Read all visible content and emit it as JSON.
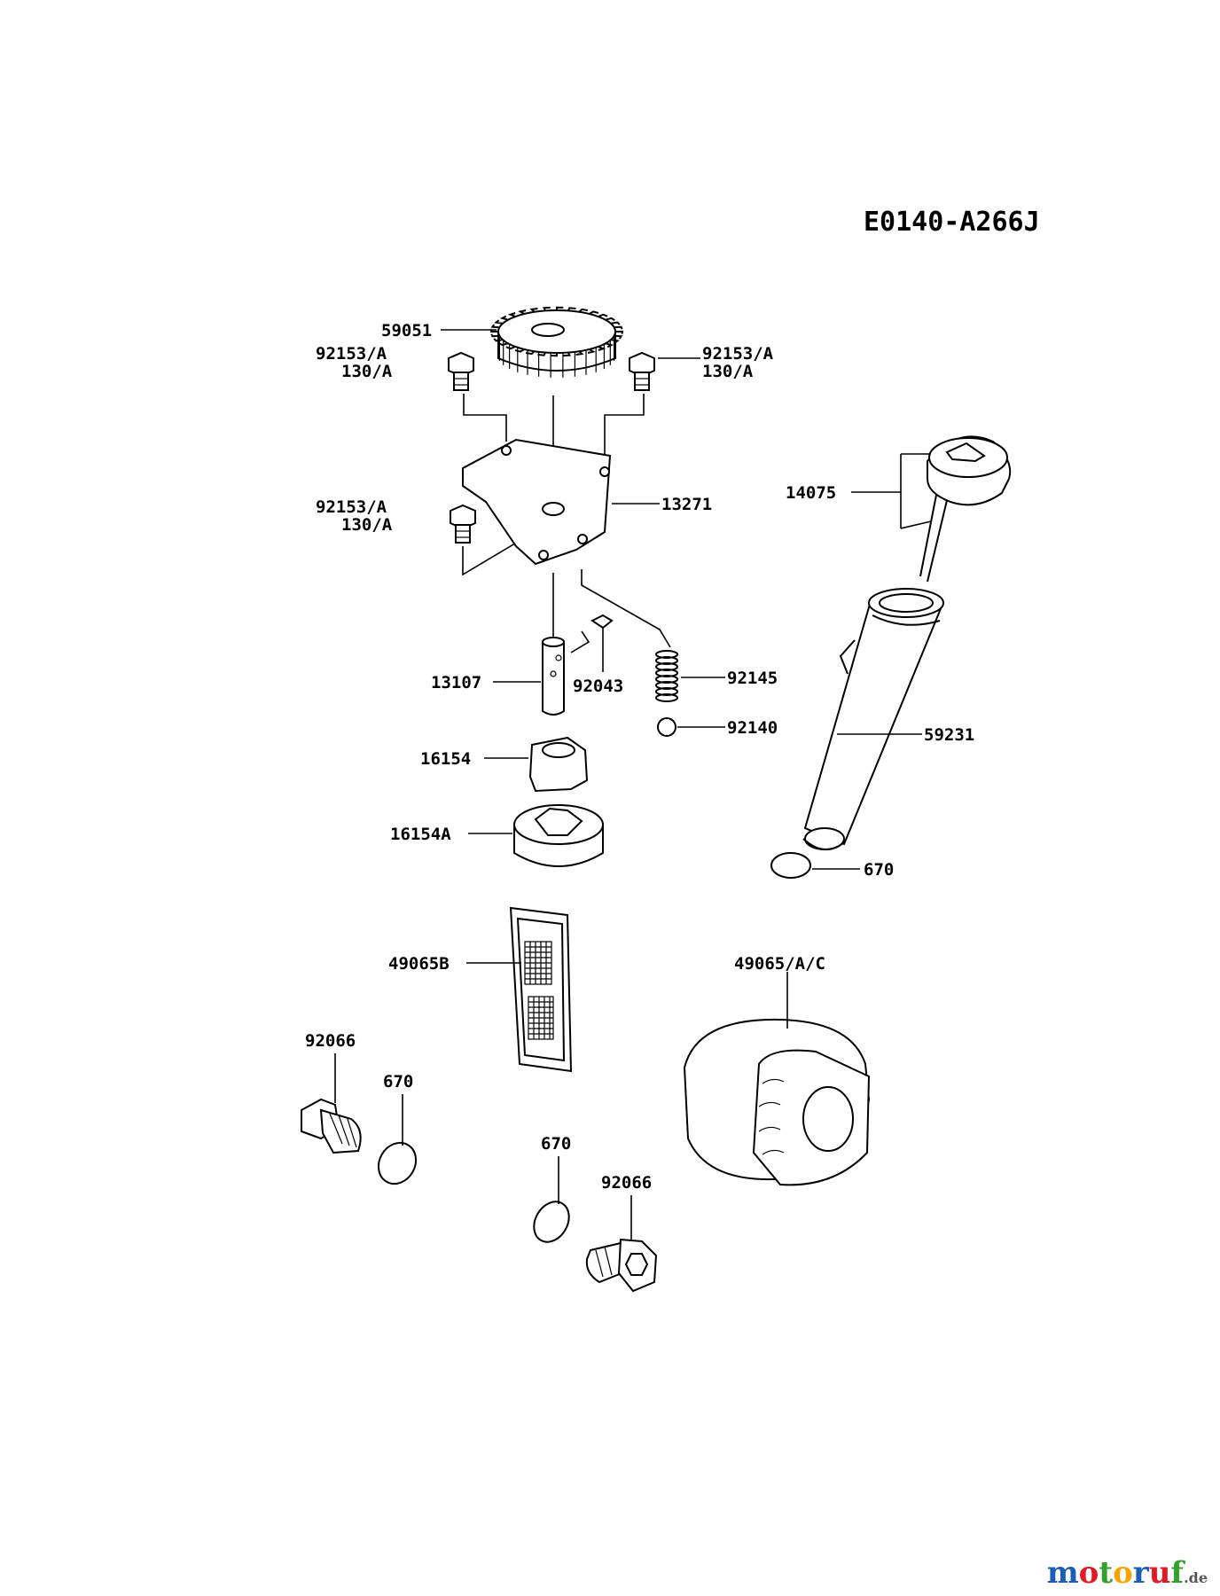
{
  "diagram_code": "E0140-A266J",
  "labels": {
    "gear": "59051",
    "bolt_tl_1": "92153/A",
    "bolt_tl_2": "130/A",
    "bolt_tr_1": "92153/A",
    "bolt_tr_2": "130/A",
    "bolt_ml_1": "92153/A",
    "bolt_ml_2": "130/A",
    "plate": "13271",
    "shaft": "13107",
    "pin": "92043",
    "spring": "92145",
    "ball": "92140",
    "rotor_inner": "16154",
    "rotor_outer": "16154A",
    "screen": "49065B",
    "filter": "49065/A/C",
    "cap": "14075",
    "tube": "59231",
    "oring_tube": "670",
    "plug_left": "92066",
    "oring_left": "670",
    "oring_mid": "670",
    "plug_mid": "92066"
  },
  "watermark": {
    "letters": [
      "m",
      "o",
      "t",
      "o",
      "r",
      "u",
      "f"
    ],
    "colors": [
      "#1a5fb4",
      "#e01b24",
      "#33a02c",
      "#f5a400",
      "#1a5fb4",
      "#e01b24",
      "#33a02c"
    ],
    "suffix": ".de"
  }
}
